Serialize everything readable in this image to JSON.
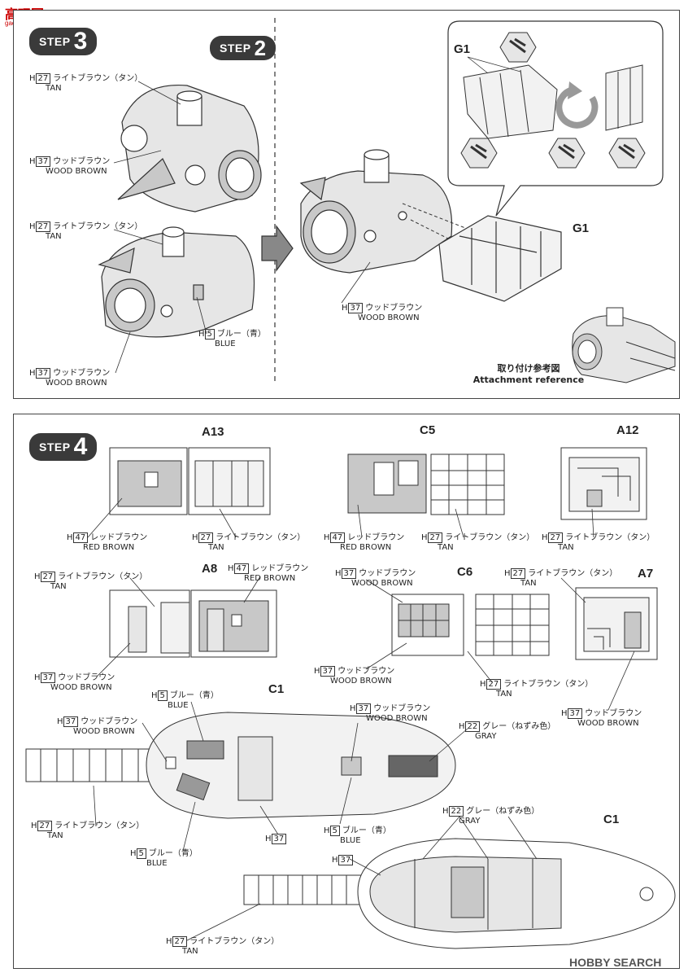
{
  "watermark_site": {
    "text": "高玩网",
    "sub": "gao-shou.com"
  },
  "step3": {
    "badge_word": "STEP",
    "badge_num": "3",
    "ref_badge_word": "STEP",
    "ref_badge_num": "2",
    "labels": [
      {
        "code": "27",
        "jp": "ライトブラウン（タン）",
        "en": "TAN"
      },
      {
        "code": "37",
        "jp": "ウッドブラウン",
        "en": "WOOD BROWN"
      },
      {
        "code": "27",
        "jp": "ライトブラウン（タン）",
        "en": "TAN"
      },
      {
        "code": "5",
        "jp": "ブルー（青）",
        "en": "BLUE"
      },
      {
        "code": "37",
        "jp": "ウッドブラウン",
        "en": "WOOD BROWN"
      },
      {
        "code": "37",
        "jp": "ウッドブラウン",
        "en": "WOOD BROWN"
      }
    ],
    "parts": [
      "G1",
      "G1"
    ],
    "reference_jp": "取り付け参考図",
    "reference_en": "Attachment reference"
  },
  "step4": {
    "badge_word": "STEP",
    "badge_num": "4",
    "parts": [
      "A13",
      "C5",
      "A12",
      "A8",
      "C6",
      "A7",
      "C1",
      "C1"
    ],
    "labels": [
      {
        "code": "47",
        "jp": "レッドブラウン",
        "en": "RED BROWN"
      },
      {
        "code": "27",
        "jp": "ライトブラウン（タン）",
        "en": "TAN"
      },
      {
        "code": "47",
        "jp": "レッドブラウン",
        "en": "RED BROWN"
      },
      {
        "code": "27",
        "jp": "ライトブラウン（タン）",
        "en": "TAN"
      },
      {
        "code": "27",
        "jp": "ライトブラウン（タン）",
        "en": "TAN"
      },
      {
        "code": "27",
        "jp": "ライトブラウン（タン）",
        "en": "TAN"
      },
      {
        "code": "47",
        "jp": "レッドブラウン",
        "en": "RED BROWN"
      },
      {
        "code": "37",
        "jp": "ウッドブラウン",
        "en": "WOOD BROWN"
      },
      {
        "code": "27",
        "jp": "ライトブラウン（タン）",
        "en": "TAN"
      },
      {
        "code": "37",
        "jp": "ウッドブラウン",
        "en": "WOOD BROWN"
      },
      {
        "code": "37",
        "jp": "ウッドブラウン",
        "en": "WOOD BROWN"
      },
      {
        "code": "27",
        "jp": "ライトブラウン（タン）",
        "en": "TAN"
      },
      {
        "code": "37",
        "jp": "ウッドブラウン",
        "en": "WOOD BROWN"
      },
      {
        "code": "5",
        "jp": "ブルー（青）",
        "en": "BLUE"
      },
      {
        "code": "37",
        "jp": "ウッドブラウン",
        "en": "WOOD BROWN"
      },
      {
        "code": "37",
        "jp": "ウッドブラウン",
        "en": "WOOD BROWN"
      },
      {
        "code": "22",
        "jp": "グレー（ねずみ色）",
        "en": "GRAY"
      },
      {
        "code": "27",
        "jp": "ライトブラウン（タン）",
        "en": "TAN"
      },
      {
        "code": "37",
        "jp": "",
        "en": ""
      },
      {
        "code": "5",
        "jp": "ブルー（青）",
        "en": "BLUE"
      },
      {
        "code": "5",
        "jp": "ブルー（青）",
        "en": "BLUE"
      },
      {
        "code": "22",
        "jp": "グレー（ねずみ色）",
        "en": "GRAY"
      },
      {
        "code": "37",
        "jp": "",
        "en": ""
      },
      {
        "code": "27",
        "jp": "ライトブラウン（タン）",
        "en": "TAN"
      }
    ]
  },
  "paint_prefix": "H",
  "footer_brand": "HOBBY SEARCH",
  "colors": {
    "badge": "#3a3a3a",
    "line": "#333333",
    "fill_gray": "#c8c8c8",
    "fill_light": "#e6e6e6",
    "logo": "#cc0000"
  }
}
